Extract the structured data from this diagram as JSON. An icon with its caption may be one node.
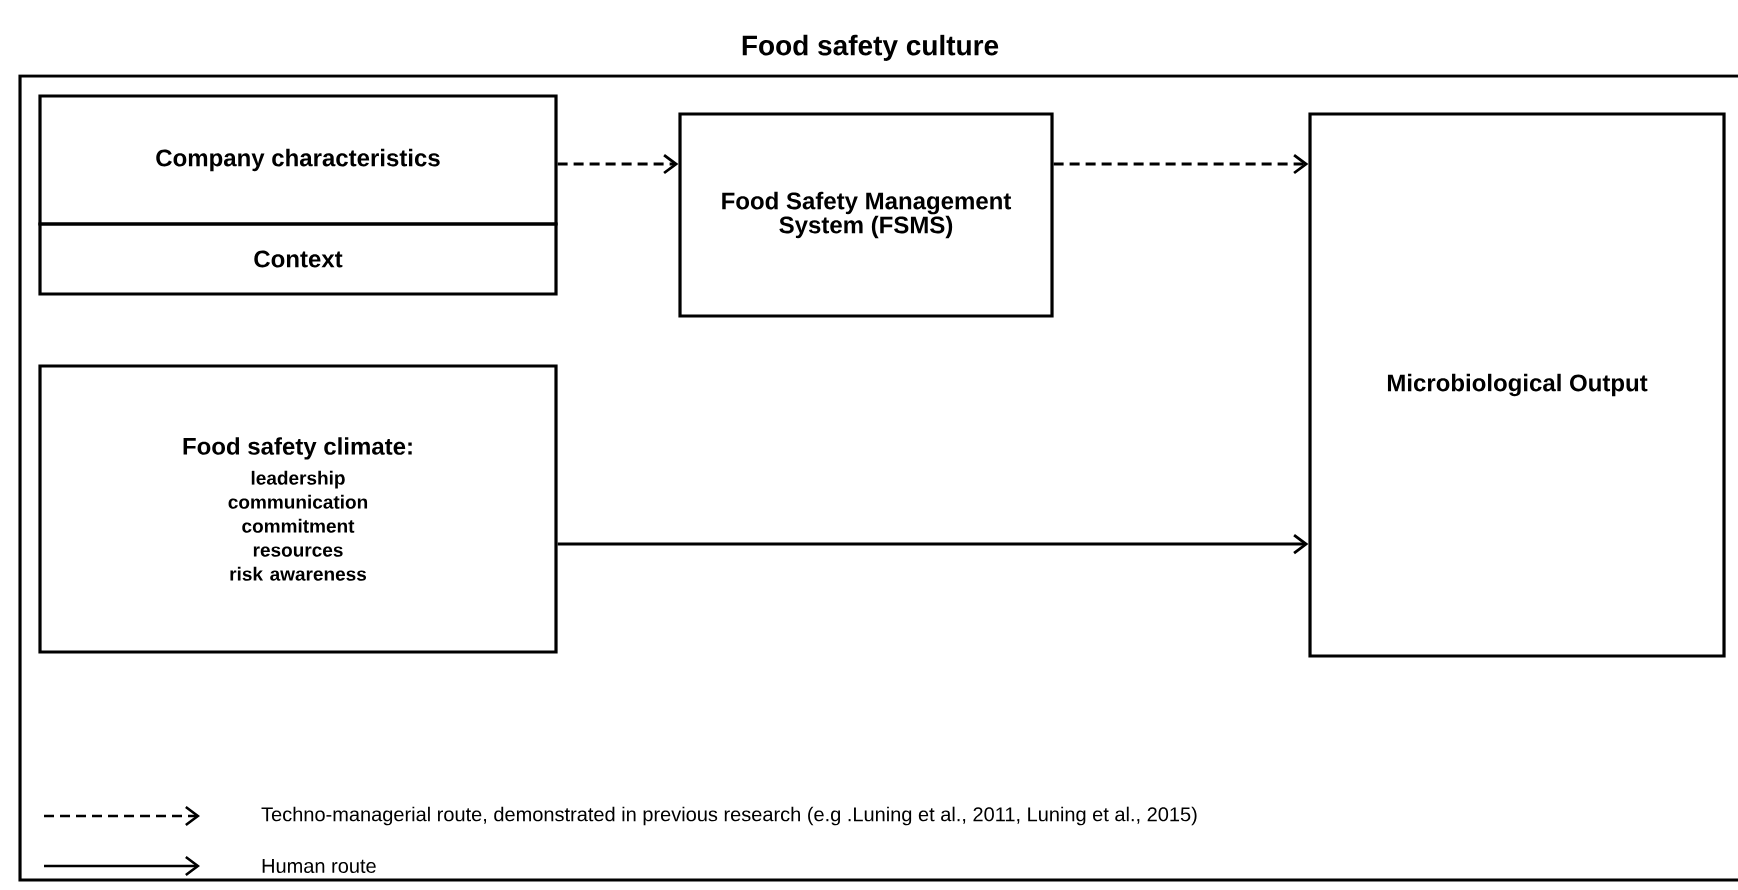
{
  "diagram": {
    "nodes": [
      {
        "text": [
          "Food safety culture"
        ]
      },
      {
        "text": [
          "Company characteristics"
        ],
        "in": 0
      },
      {
        "text": [
          "Context"
        ],
        "in": 0
      },
      {
        "text": [
          "Food Safety Management System (FSMS)"
        ],
        "in": 0
      },
      {
        "text": [
          "Microbiological Output"
        ],
        "in": 0
      },
      {
        "text": [
          "Food safety climate:",
          "leadership",
          "communication",
          "commitment",
          "resources",
          "risk awareness"
        ],
        "in": 0
      }
    ],
    "edges": [
      {
        "from": 1,
        "to": 3,
        "arrow": "to",
        "style": "dashed"
      },
      {
        "from": 3,
        "to": 4,
        "arrow": "to",
        "style": "dashed"
      },
      {
        "from": 5,
        "to": 4,
        "arrow": "to"
      }
    ],
    "legend": [
      {
        "text": "Techno-managerial route, demonstrated in previous research (e.g .Luning et al., 2011, Luning et al., 2015)"
      },
      {
        "text": "Human route"
      }
    ]
  }
}
